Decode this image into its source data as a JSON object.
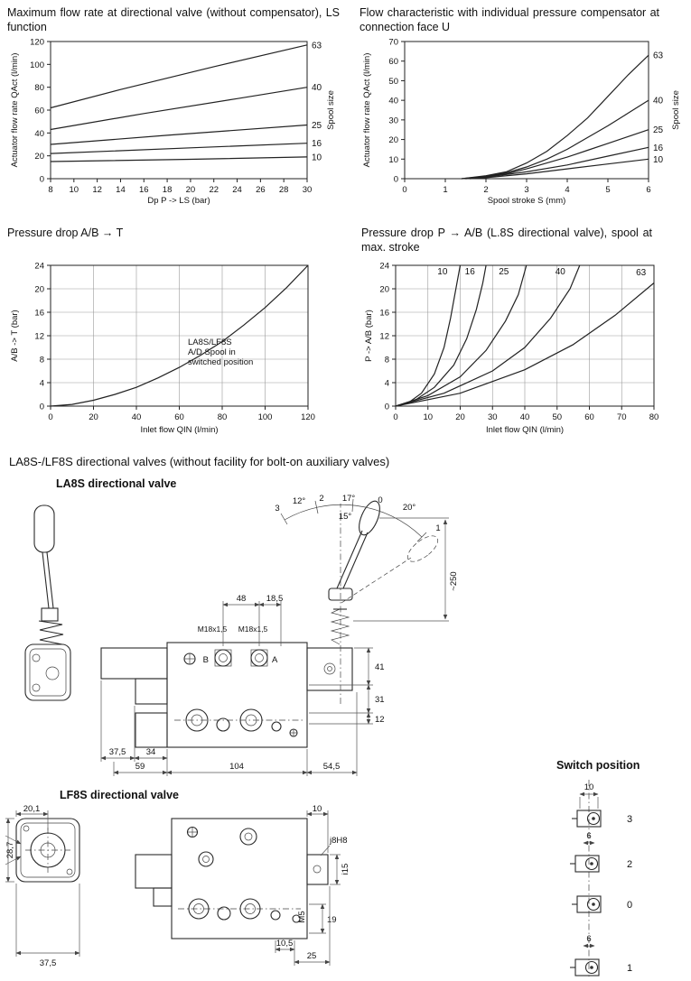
{
  "page": {
    "section_heading_main": "LA8S-/LF8S directional valves",
    "section_heading_note": " (without facility for bolt-on auxiliary valves)"
  },
  "chart_data": [
    {
      "id": "c1",
      "type": "line",
      "title": "Maximum flow rate at directional valve (without compensator), LS function",
      "xlabel": "Dp P -> LS (bar)",
      "ylabel": "Actuator flow rate QAct (l/min)",
      "right_label": "Spool size",
      "xlim": [
        8,
        30
      ],
      "ylim": [
        0,
        120
      ],
      "xticks": [
        8,
        10,
        12,
        14,
        16,
        18,
        20,
        22,
        24,
        26,
        28,
        30
      ],
      "yticks": [
        0,
        20,
        40,
        60,
        80,
        100,
        120
      ],
      "grid": false,
      "label_mode": "right",
      "series": [
        {
          "name": "63",
          "points": [
            [
              8,
              62
            ],
            [
              14,
              78
            ],
            [
              22,
              98
            ],
            [
              30,
              117
            ]
          ],
          "label_at": [
            30,
            117
          ]
        },
        {
          "name": "40",
          "points": [
            [
              8,
              43
            ],
            [
              16,
              57
            ],
            [
              24,
              70
            ],
            [
              30,
              80
            ]
          ],
          "label_at": [
            30,
            80
          ]
        },
        {
          "name": "25",
          "points": [
            [
              8,
              30
            ],
            [
              18,
              38
            ],
            [
              30,
              47
            ]
          ],
          "label_at": [
            30,
            47
          ]
        },
        {
          "name": "16",
          "points": [
            [
              8,
              22
            ],
            [
              20,
              27
            ],
            [
              30,
              31
            ]
          ],
          "label_at": [
            30,
            31
          ]
        },
        {
          "name": "10",
          "points": [
            [
              8,
              15
            ],
            [
              20,
              17
            ],
            [
              30,
              19
            ]
          ],
          "label_at": [
            30,
            19
          ]
        }
      ]
    },
    {
      "id": "c2",
      "type": "line",
      "title": "Flow characteristic with individual pressure compensator at connection face U",
      "xlabel": "Spool stroke S (mm)",
      "ylabel": "Actuator flow rate QAct (l/min)",
      "right_label": "Spool size",
      "xlim": [
        0,
        6
      ],
      "ylim": [
        0,
        70
      ],
      "xticks": [
        0,
        1,
        2,
        3,
        4,
        5,
        6
      ],
      "yticks": [
        0,
        10,
        20,
        30,
        40,
        50,
        60,
        70
      ],
      "grid": false,
      "label_mode": "right",
      "series": [
        {
          "name": "63",
          "points": [
            [
              1.4,
              0
            ],
            [
              2,
              1.5
            ],
            [
              2.5,
              3.5
            ],
            [
              3,
              8
            ],
            [
              3.5,
              14
            ],
            [
              4,
              22
            ],
            [
              4.5,
              31
            ],
            [
              5,
              42
            ],
            [
              5.5,
              53
            ],
            [
              6,
              63
            ]
          ],
          "label_at": [
            6,
            63
          ]
        },
        {
          "name": "40",
          "points": [
            [
              1.4,
              0
            ],
            [
              2,
              1.2
            ],
            [
              2.5,
              3
            ],
            [
              3,
              6
            ],
            [
              3.5,
              10
            ],
            [
              4,
              15
            ],
            [
              4.5,
              21
            ],
            [
              5,
              27
            ],
            [
              5.5,
              33.5
            ],
            [
              6,
              40
            ]
          ],
          "label_at": [
            6,
            40
          ]
        },
        {
          "name": "25",
          "points": [
            [
              1.5,
              0
            ],
            [
              2,
              1
            ],
            [
              2.5,
              2.5
            ],
            [
              3,
              5
            ],
            [
              3.5,
              8
            ],
            [
              4,
              11
            ],
            [
              4.5,
              14.5
            ],
            [
              5,
              18
            ],
            [
              5.5,
              21.5
            ],
            [
              6,
              25
            ]
          ],
          "label_at": [
            6,
            25
          ]
        },
        {
          "name": "16",
          "points": [
            [
              1.5,
              0
            ],
            [
              2,
              0.8
            ],
            [
              3,
              3.5
            ],
            [
              4,
              7
            ],
            [
              5,
              11.5
            ],
            [
              6,
              16
            ]
          ],
          "label_at": [
            6,
            16
          ]
        },
        {
          "name": "10",
          "points": [
            [
              1.6,
              0
            ],
            [
              2,
              0.5
            ],
            [
              3,
              2.5
            ],
            [
              4,
              5
            ],
            [
              5,
              7.5
            ],
            [
              6,
              10
            ]
          ],
          "label_at": [
            6,
            10
          ]
        }
      ]
    },
    {
      "id": "c3",
      "type": "line",
      "title": "Pressure drop A/B → T",
      "xlabel": "Inlet flow QIN (l/min)",
      "ylabel": "A/B -> T (bar)",
      "xlim": [
        0,
        120
      ],
      "ylim": [
        0,
        24
      ],
      "xticks": [
        0,
        20,
        40,
        60,
        80,
        100,
        120
      ],
      "yticks": [
        0,
        4,
        8,
        12,
        16,
        20,
        24
      ],
      "grid": true,
      "label_mode": "right",
      "series": [
        {
          "name": "",
          "points": [
            [
              0,
              0
            ],
            [
              10,
              0.3
            ],
            [
              20,
              1
            ],
            [
              30,
              2
            ],
            [
              40,
              3.2
            ],
            [
              50,
              4.8
            ],
            [
              60,
              6.6
            ],
            [
              70,
              8.7
            ],
            [
              80,
              11
            ],
            [
              90,
              13.8
            ],
            [
              100,
              16.8
            ],
            [
              110,
              20.2
            ],
            [
              120,
              24
            ]
          ]
        }
      ],
      "annotation": {
        "lines": [
          "LA8S/LF8S",
          "A/D Spool in",
          "switched position"
        ],
        "at": [
          64,
          10.5
        ]
      }
    },
    {
      "id": "c4",
      "type": "line",
      "title": "Pressure drop P → A/B (L.8S directional valve), spool at max. stroke",
      "xlabel": "Inlet flow QIN (l/min)",
      "ylabel": "P -> A/B (bar)",
      "xlim": [
        0,
        80
      ],
      "ylim": [
        0,
        24
      ],
      "xticks": [
        0,
        10,
        20,
        30,
        40,
        50,
        60,
        70,
        80
      ],
      "yticks": [
        0,
        4,
        8,
        12,
        16,
        20,
        24
      ],
      "grid": true,
      "label_mode": "inline",
      "series": [
        {
          "name": "10",
          "points": [
            [
              0,
              0
            ],
            [
              4,
              0.6
            ],
            [
              8,
              2.2
            ],
            [
              12,
              5.5
            ],
            [
              15,
              10
            ],
            [
              17,
              15
            ],
            [
              19,
              21
            ],
            [
              20,
              24
            ]
          ],
          "label_at": [
            14.5,
            22.5
          ]
        },
        {
          "name": "16",
          "points": [
            [
              0,
              0
            ],
            [
              6,
              1
            ],
            [
              12,
              3.2
            ],
            [
              18,
              7
            ],
            [
              22,
              11.5
            ],
            [
              25,
              16.5
            ],
            [
              27,
              21
            ],
            [
              28,
              24
            ]
          ],
          "label_at": [
            23,
            22.5
          ]
        },
        {
          "name": "25",
          "points": [
            [
              0,
              0
            ],
            [
              10,
              1.8
            ],
            [
              20,
              5
            ],
            [
              28,
              9.5
            ],
            [
              34,
              14.5
            ],
            [
              38,
              19
            ],
            [
              40.5,
              24
            ]
          ],
          "label_at": [
            33.5,
            22.5
          ]
        },
        {
          "name": "40",
          "points": [
            [
              0,
              0
            ],
            [
              15,
              2.2
            ],
            [
              30,
              6
            ],
            [
              40,
              10
            ],
            [
              48,
              15
            ],
            [
              54,
              20
            ],
            [
              57,
              24
            ]
          ],
          "label_at": [
            51,
            22.5
          ]
        },
        {
          "name": "63",
          "points": [
            [
              0,
              0
            ],
            [
              20,
              2.2
            ],
            [
              40,
              6.2
            ],
            [
              55,
              10.5
            ],
            [
              68,
              15.5
            ],
            [
              80,
              21
            ]
          ],
          "label_at": [
            76,
            22.3
          ]
        }
      ]
    }
  ],
  "la8s": {
    "title": "LA8S directional valve",
    "labels": {
      "pos3": "3",
      "ang12": "12°",
      "pos2": "2",
      "ang17": "17°",
      "pos0": "0",
      "ang20": "20°",
      "pos1": "1",
      "ang15": "15°",
      "len250": "~250",
      "dim48": "48",
      "dim185": "18,5",
      "m18_left": "M18x1,5",
      "m18_right": "M18x1,5",
      "portB": "B",
      "portA": "A",
      "dim41": "41",
      "dim31": "31",
      "dim12": "12",
      "dim375": "37,5",
      "dim34": "34",
      "dim59": "59",
      "dim104": "104",
      "dim545": "54,5"
    }
  },
  "lf8s": {
    "title": "LF8S directional valve",
    "labels": {
      "dim201": "20,1",
      "dim287": "28,7",
      "dim375": "37,5",
      "dim10": "10",
      "dia8": "j8H8",
      "dia15": "i15",
      "m5": "M5",
      "dim19": "19",
      "dim105": "10,5",
      "dim25": "25"
    }
  },
  "switch_position": {
    "title": "Switch position",
    "positions": [
      "3",
      "2",
      "0",
      "1"
    ],
    "dim10": "10",
    "dim6a": "6",
    "dim6b": "6"
  }
}
